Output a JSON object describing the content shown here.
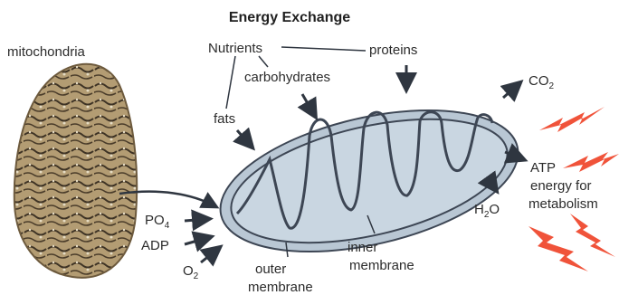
{
  "title": "Energy Exchange",
  "labels": {
    "mitochondria": "mitochondria",
    "nutrients": "Nutrients",
    "proteins": "proteins",
    "carbohydrates": "carbohydrates",
    "fats": "fats",
    "co2_main": "CO",
    "co2_sub": "2",
    "atp": "ATP",
    "energy_for": "energy for",
    "metabolism": "metabolism",
    "h2o_h": "H",
    "h2o_sub": "2",
    "h2o_o": "O",
    "po4_main": "PO",
    "po4_sub": "4",
    "adp": "ADP",
    "o2_main": "O",
    "o2_sub": "2",
    "outer": "outer",
    "membrane_outer": "membrane",
    "inner": "inner",
    "membrane_inner": "membrane"
  },
  "colors": {
    "outer_membrane_fill": "#b9c7d4",
    "matrix_fill": "#c9d6e1",
    "stroke": "#3d4654",
    "arrow": "#2f3640",
    "lightning": "#f0533a",
    "micrograph_base": "#a8926b"
  }
}
